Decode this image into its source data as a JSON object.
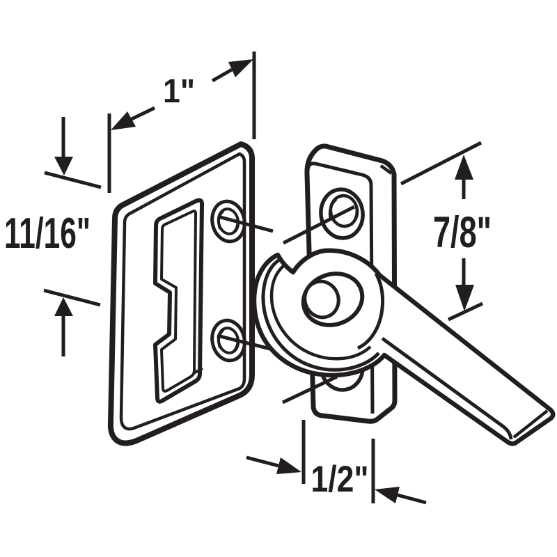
{
  "colors": {
    "background": "#ffffff",
    "ink": "#221e1f"
  },
  "diagram": {
    "kind": "technical-line-drawing",
    "labels": {
      "keeper_width": "1\"",
      "keeper_height": "11/16\"",
      "latch_height": "7/8\"",
      "latch_depth": "1/2\""
    }
  }
}
